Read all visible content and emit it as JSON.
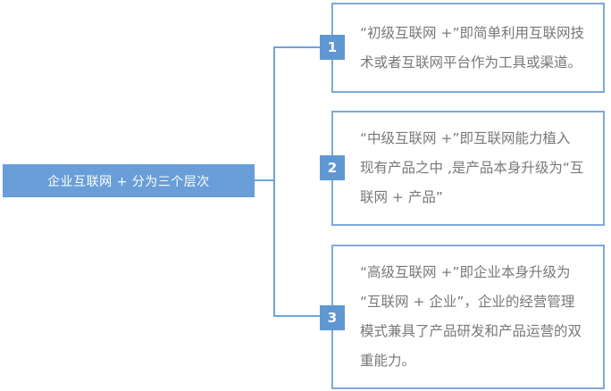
{
  "diagram": {
    "type": "mindmap",
    "root": {
      "label": "企业互联网 + 分为三个层次"
    },
    "nodes": [
      {
        "number": "1",
        "text": "“初级互联网 +”即简单利用互联网技\n术或者互联网平台作为工具或渠道。"
      },
      {
        "number": "2",
        "text": "“中级互联网 +”即互联网能力植入\n现有产品之中 ,是产品本身升级为“互\n联网 + 产品”"
      },
      {
        "number": "3",
        "text": "“高级互联网 +”即企业本身升级为\n“互联网 + 企业”，企业的经营管理\n模式兼具了产品研发和产品运营的双\n重能力。"
      }
    ],
    "colors": {
      "root_fill": "#699ed8",
      "badge_fill": "#5f97d3",
      "box_border": "#7fa8db",
      "connector_line": "#6fa3d9",
      "body_text": "#787878",
      "root_text": "#ffffff",
      "badge_text": "#ffffff",
      "background": "#ffffff"
    }
  }
}
